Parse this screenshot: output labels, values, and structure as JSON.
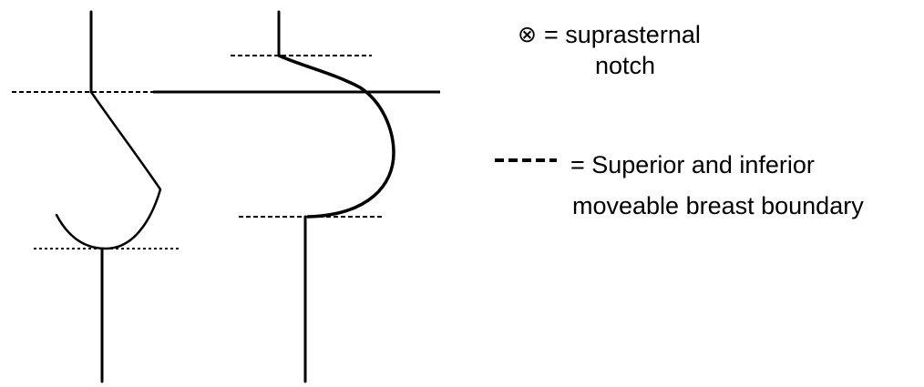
{
  "legend": {
    "notch_symbol": "⊗",
    "notch_text_line1": "= suprasternal",
    "notch_text_line2": "notch",
    "boundary_text_line1": "= Superior and inferior",
    "boundary_text_line2": "moveable breast boundary"
  },
  "colors": {
    "ink": "#000000",
    "background": "#ffffff"
  }
}
